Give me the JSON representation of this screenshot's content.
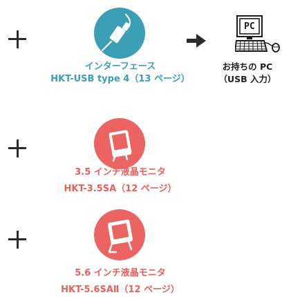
{
  "colors": {
    "interface": "#3a9fb5",
    "monitor": "#ec6461",
    "text_dark": "#1f1f1f"
  },
  "interface": {
    "icon": "usb-cable-icon",
    "name": "インターフェース",
    "model": "HKT-USB type 4（13 ページ）"
  },
  "pc": {
    "icon": "pc-icon",
    "screen_text": "PC",
    "line1": "お持ちの PC",
    "line2": "（USB 入力）"
  },
  "monitor_35": {
    "icon": "small-monitor-icon",
    "name": "3.5 インチ液晶モニタ",
    "model": "HKT-3.5SA（12 ページ）"
  },
  "monitor_56": {
    "icon": "large-monitor-icon",
    "name": "5.6 インチ液晶モニタ",
    "model": "HKT-5.6SAⅡ（12 ページ）"
  }
}
